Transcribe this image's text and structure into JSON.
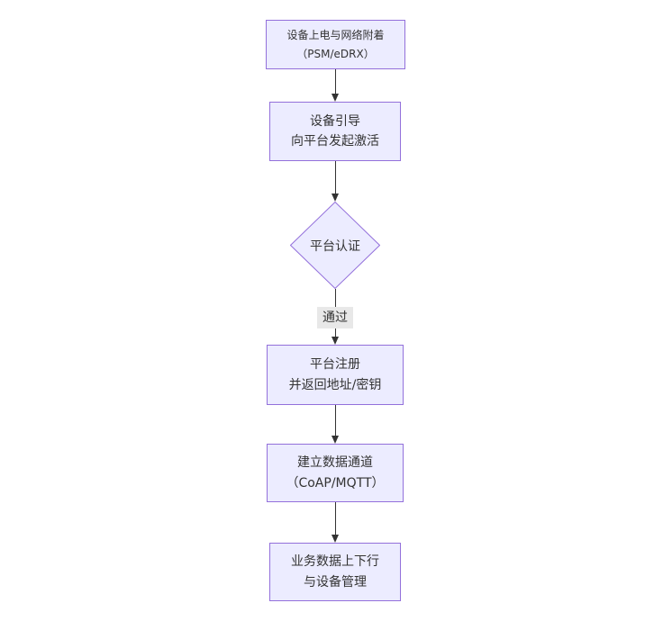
{
  "diagram": {
    "type": "flowchart",
    "direction": "top-down",
    "colors": {
      "node_fill": "#ECECFF",
      "node_border": "#9370DB",
      "edge_color": "#333333",
      "edge_label_bg": "#e8e8e8",
      "text_color": "#333333",
      "background": "#ffffff"
    },
    "nodes": [
      {
        "id": "power-attach",
        "shape": "rect",
        "lines": [
          "设备上电与网络附着",
          "（PSM/eDRX）"
        ]
      },
      {
        "id": "bootstrap",
        "shape": "rect",
        "lines": [
          "设备引导",
          "向平台发起激活"
        ]
      },
      {
        "id": "platform-auth",
        "shape": "diamond",
        "lines": [
          "平台认证"
        ]
      },
      {
        "id": "register",
        "shape": "rect",
        "lines": [
          "平台注册",
          "并返回地址/密钥"
        ]
      },
      {
        "id": "data-channel",
        "shape": "rect",
        "lines": [
          "建立数据通道",
          "（CoAP/MQTT）"
        ]
      },
      {
        "id": "business-data",
        "shape": "rect",
        "lines": [
          "业务数据上下行",
          "与设备管理"
        ]
      }
    ],
    "edges": [
      {
        "from": "power-attach",
        "to": "bootstrap",
        "label": ""
      },
      {
        "from": "bootstrap",
        "to": "platform-auth",
        "label": ""
      },
      {
        "from": "platform-auth",
        "to": "register",
        "label": "通过"
      },
      {
        "from": "register",
        "to": "data-channel",
        "label": ""
      },
      {
        "from": "data-channel",
        "to": "business-data",
        "label": ""
      }
    ]
  }
}
